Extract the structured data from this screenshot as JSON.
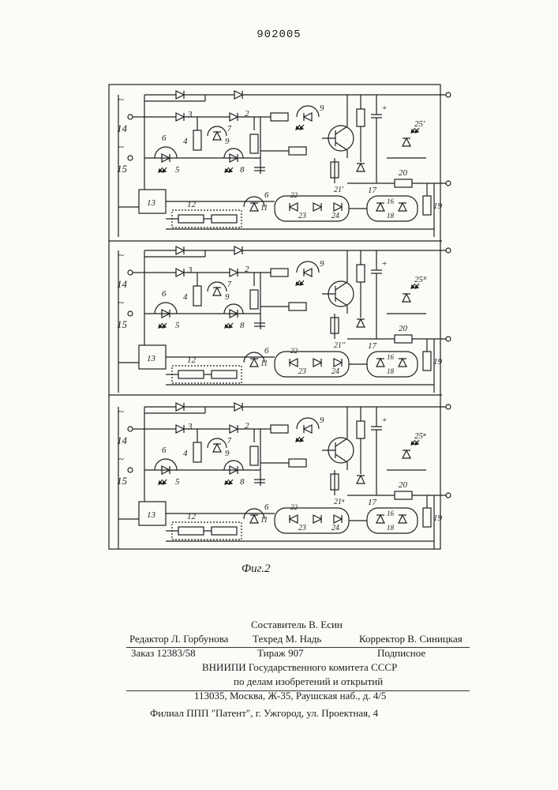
{
  "patent_number": "902005",
  "figure_caption": "Фиг.2",
  "schematic": {
    "stage_labels": {
      "input_upper": "14",
      "input_lower": "15",
      "diode_block": "3",
      "diode_block_b": "2",
      "resistor_4": "4",
      "led_6": "6",
      "led_5": "5",
      "photo_7": "7",
      "photo_9a": "9",
      "photo_8": "8",
      "transistor_9": "9",
      "block_13": "13",
      "resistor_12": "12",
      "optocoupler_11": "11",
      "label_6b": "6",
      "label_22": "22",
      "label_23": "23",
      "label_24": "24",
      "label_17": "17",
      "label_16": "16",
      "label_18": "18",
      "label_19": "19",
      "label_20": "20"
    },
    "stage_suffixes": [
      "25'",
      "25ᴿ",
      "25ⁿ"
    ],
    "stage_21": [
      "21'",
      "21''",
      "21ⁿ"
    ],
    "tilde": "~"
  },
  "imprint": {
    "compiler": "Составитель В. Есин",
    "editor": "Редактор Л. Горбунова",
    "techred": "Техред М. Надь",
    "corrector": "Корректор В. Синицкая",
    "order": "Заказ 12383/58",
    "circulation": "Тираж 907",
    "subscription": "Подписное",
    "org1": "ВНИИПИ Государственного комитета СССР",
    "org2": "по делам изобретений и открытий",
    "address": "113035, Москва, Ж-35, Раушская наб., д. 4/5",
    "branch": "Филиал ППП \"Патент\", г. Ужгород, ул. Проектная, 4"
  }
}
